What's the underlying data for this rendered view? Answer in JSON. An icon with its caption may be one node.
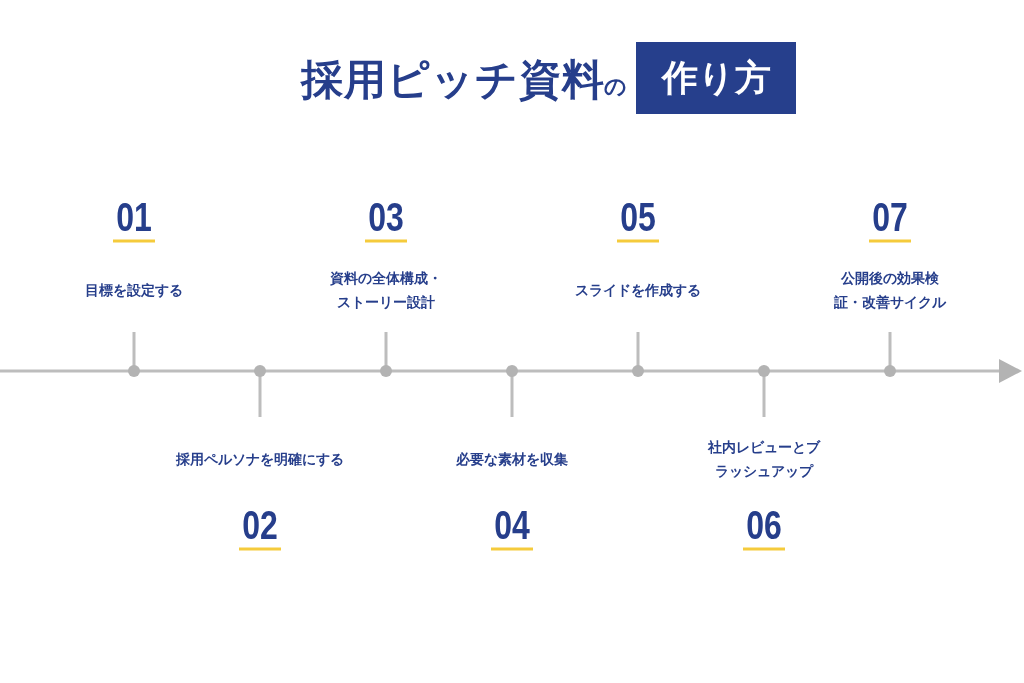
{
  "diagram": {
    "title": "採用ピッチ資料",
    "nodes": [
      {
        "text": [
          "作り方"
        ]
      }
    ],
    "labels": [
      "の",
      "01",
      "目標を設定する",
      "02",
      "採用ペルソナを明確にする",
      "03",
      "資料の全体構成・ストーリー設計",
      "04",
      "必要な素材を収集",
      "05",
      "スライドを作成する",
      "06",
      "社内レビューとブラッシュアップ",
      "07",
      "公開後の効果検証・改善サイクル"
    ]
  }
}
